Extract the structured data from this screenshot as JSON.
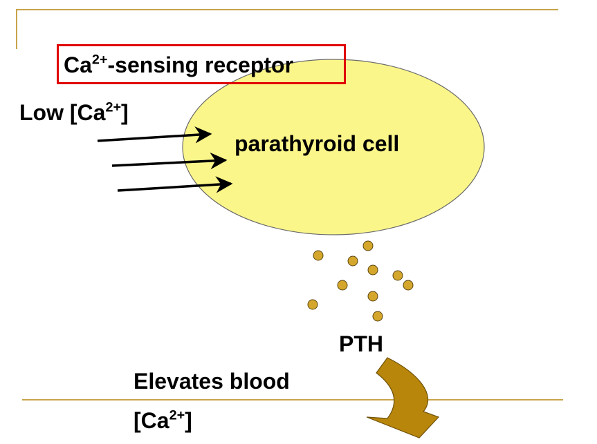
{
  "labels": {
    "receptor_prefix": "Ca",
    "receptor_sup": "2+",
    "receptor_suffix": "-sensing receptor",
    "low_prefix": "Low [Ca",
    "low_sup": "2+",
    "low_suffix": "]",
    "cell": "parathyroid cell",
    "pth": "PTH",
    "elevates_line1": "Elevates blood",
    "elevates_prefix": "[Ca",
    "elevates_sup": "2+",
    "elevates_suffix": "]"
  },
  "colors": {
    "cell_fill": "#fbf68a",
    "cell_stroke": "#6b6b6b",
    "particle_fill": "#d4a72c",
    "rule_color": "#c8a44a",
    "receptor_box": "#e00000",
    "arrow_fill": "#b8860b"
  }
}
